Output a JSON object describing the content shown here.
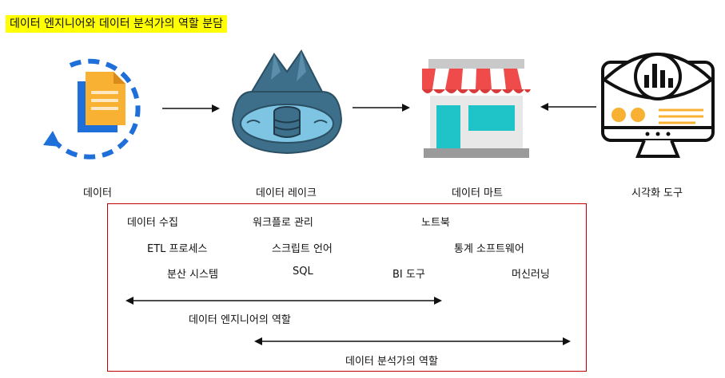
{
  "title": "데이터 엔지니어와 데이터 분석가의 역할 분담",
  "pipeline": {
    "data": {
      "label": "데이터",
      "icon": "document-cycle-icon"
    },
    "lake": {
      "label": "데이터 레이크",
      "icon": "data-lake-icon"
    },
    "mart": {
      "label": "데이터 마트",
      "icon": "storefront-icon"
    },
    "viz": {
      "label": "시각화 도구",
      "icon": "monitor-chart-icon"
    }
  },
  "keywords": {
    "data_collection": "데이터 수집",
    "etl_process": "ETL 프로세스",
    "distributed_system": "분산 시스템",
    "workflow_management": "워크플로 관리",
    "script_language": "스크립트 언어",
    "sql": "SQL",
    "notebook": "노트북",
    "stat_software": "통계 소프트웨어",
    "bi_tool": "BI 도구",
    "machine_learning": "머신러닝"
  },
  "roles": {
    "engineer": "데이터 엔지니어의 역할",
    "analyst": "데이터 분석가의 역할"
  },
  "colors": {
    "title_highlight": "#ffff00",
    "box_border": "#c00000",
    "cycle_blue": "#1e6fd9",
    "doc_orange": "#f8b133",
    "lake_teal": "#3d6e8a",
    "awning_red": "#f04b4b",
    "store_teal": "#1fc4c9"
  }
}
